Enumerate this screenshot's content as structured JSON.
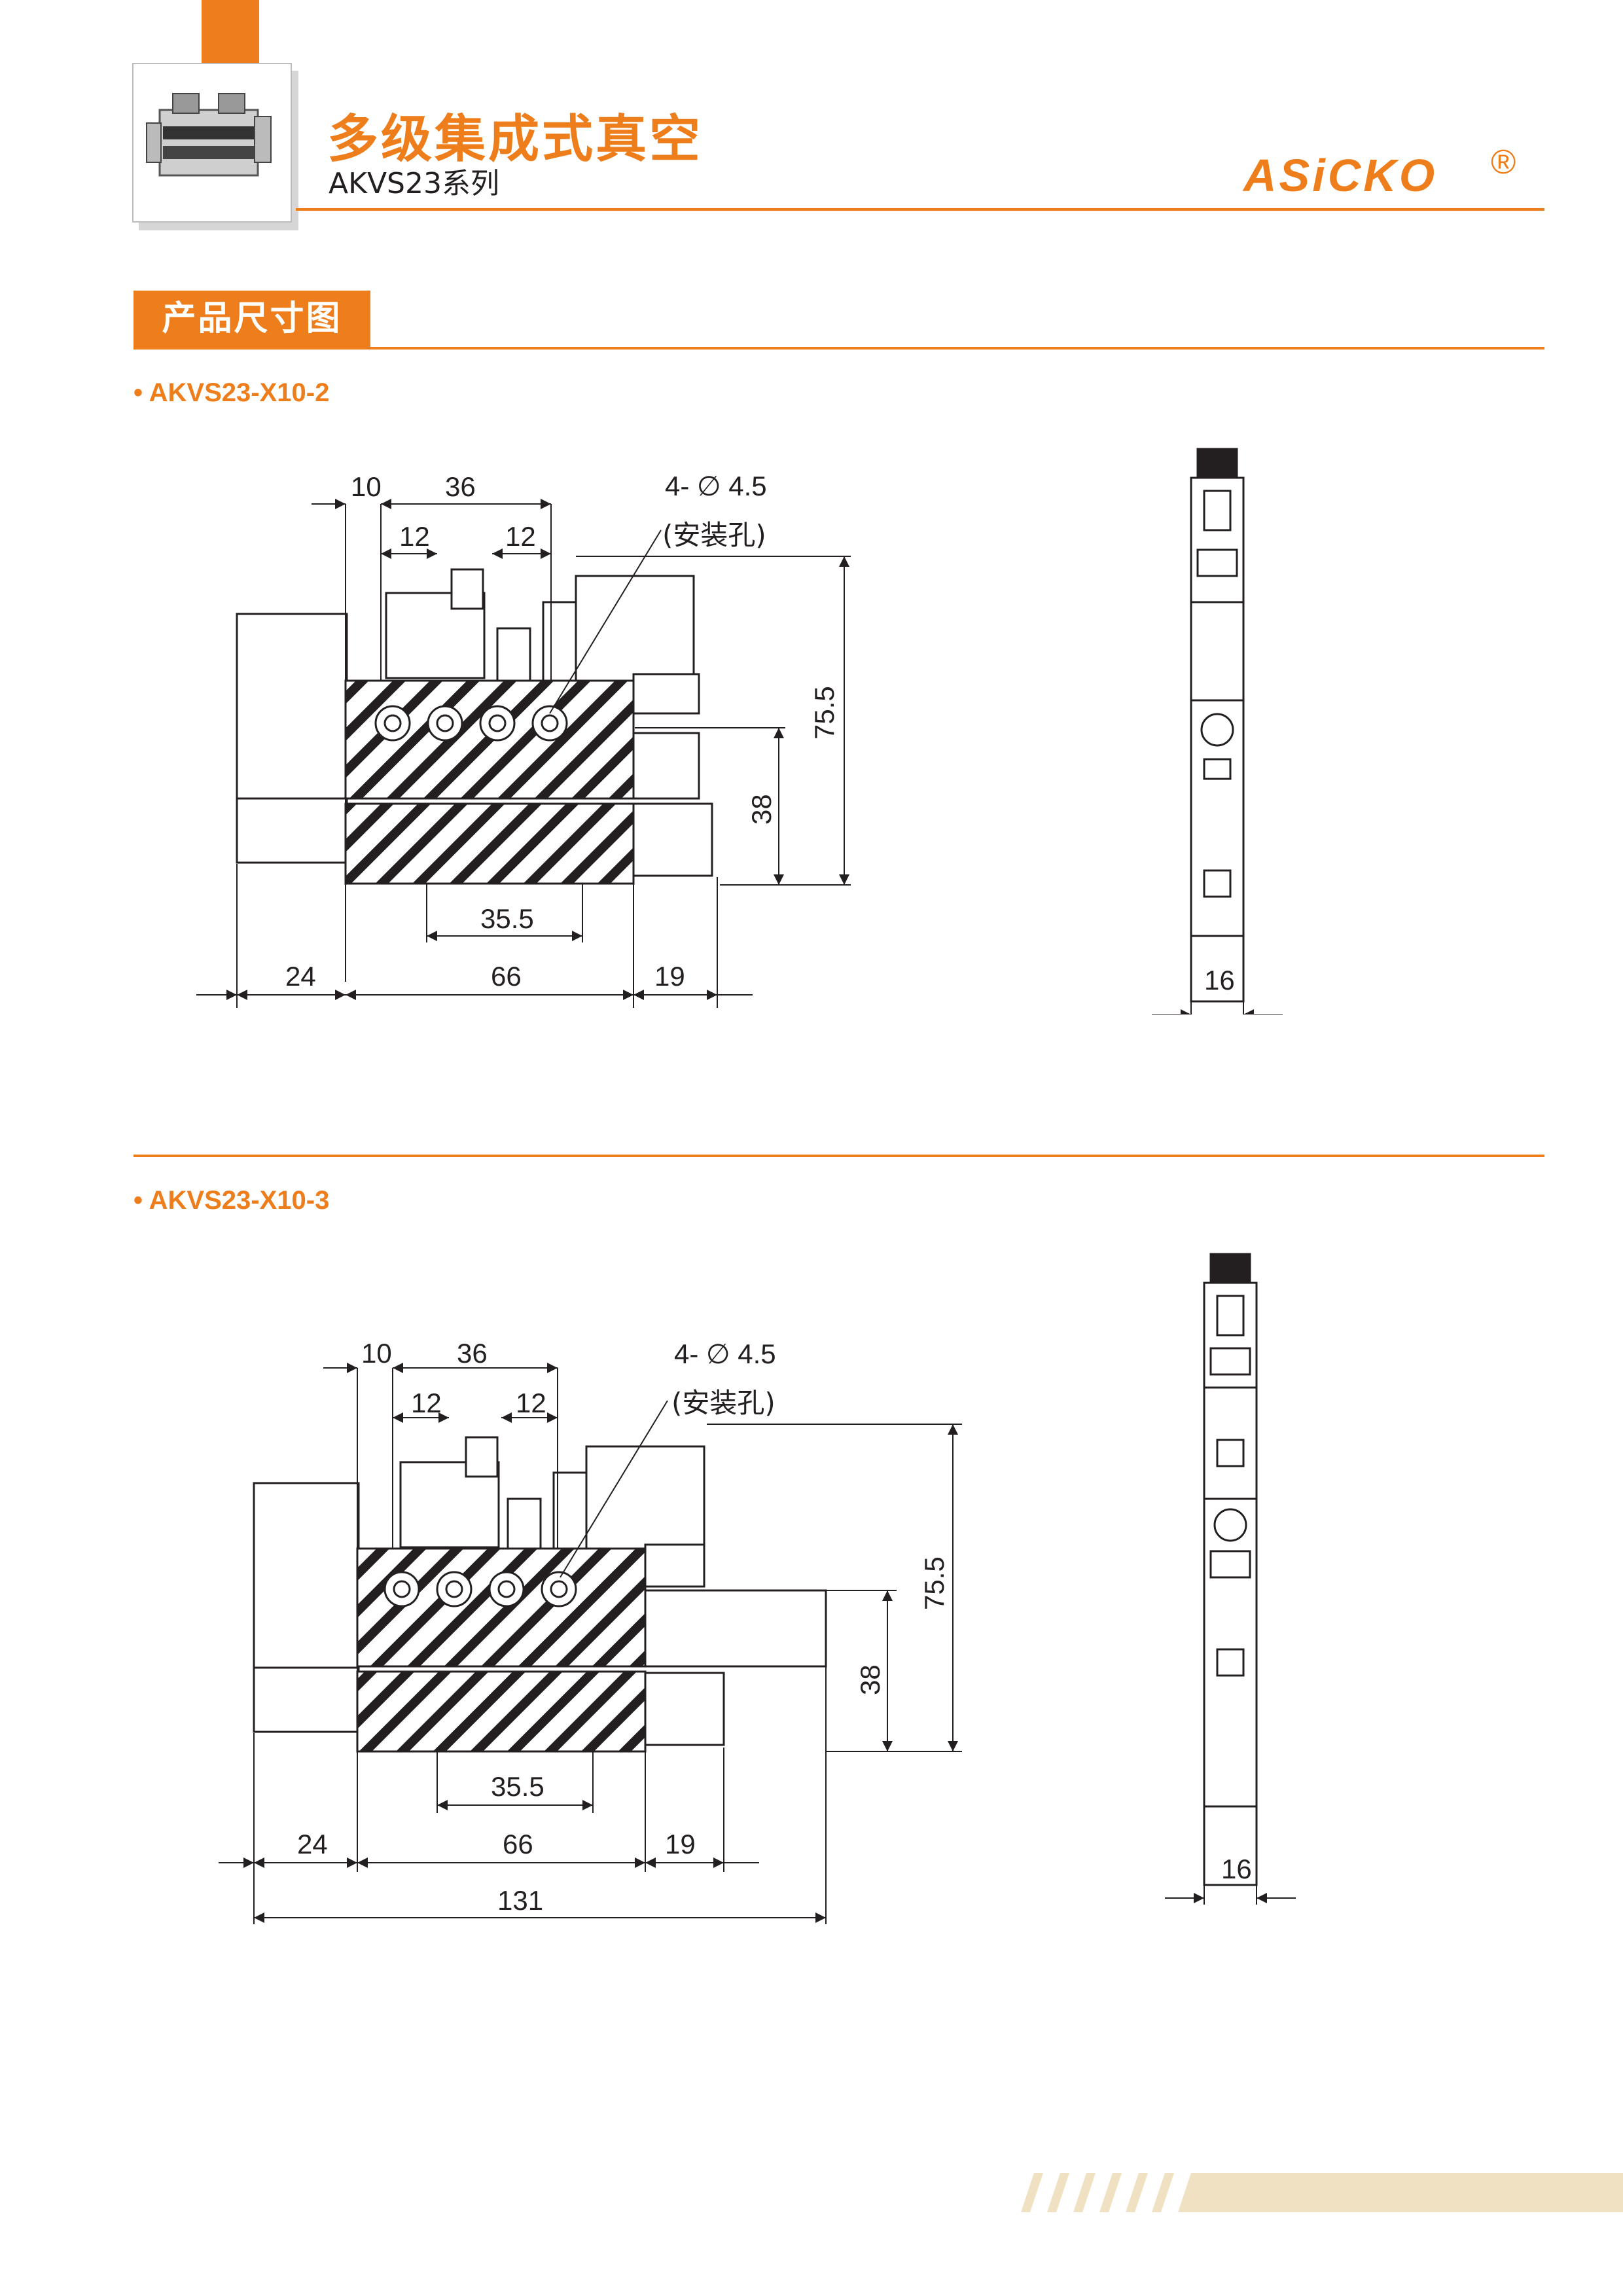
{
  "header": {
    "title": "多级集成式真空",
    "subtitle": "AKVS23系列",
    "logo": "ASiCKO",
    "registered_mark": "®"
  },
  "section": {
    "label": "产品尺寸图"
  },
  "drawings": [
    {
      "model": "• AKVS23-X10-2",
      "hole_note_1": "4- ∅ 4.5",
      "hole_note_2": "(安装孔)",
      "dims": {
        "top_a": "10",
        "top_b": "36",
        "pitch_1": "12",
        "pitch_2": "12",
        "height_total": "75.5",
        "height_base": "38",
        "base_span": "35.5",
        "bottom_left": "24",
        "bottom_mid": "66",
        "bottom_right": "19",
        "side_width": "16"
      }
    },
    {
      "model": "• AKVS23-X10-3",
      "hole_note_1": "4- ∅ 4.5",
      "hole_note_2": "(安装孔)",
      "dims": {
        "top_a": "10",
        "top_b": "36",
        "pitch_1": "12",
        "pitch_2": "12",
        "height_total": "75.5",
        "height_base": "38",
        "base_span": "35.5",
        "bottom_left": "24",
        "bottom_mid": "66",
        "bottom_right": "19",
        "overall": "131",
        "side_width": "16"
      }
    }
  ],
  "colors": {
    "accent": "#ee7d1b",
    "line": "#231f20",
    "stripe": "#efe1c1"
  }
}
